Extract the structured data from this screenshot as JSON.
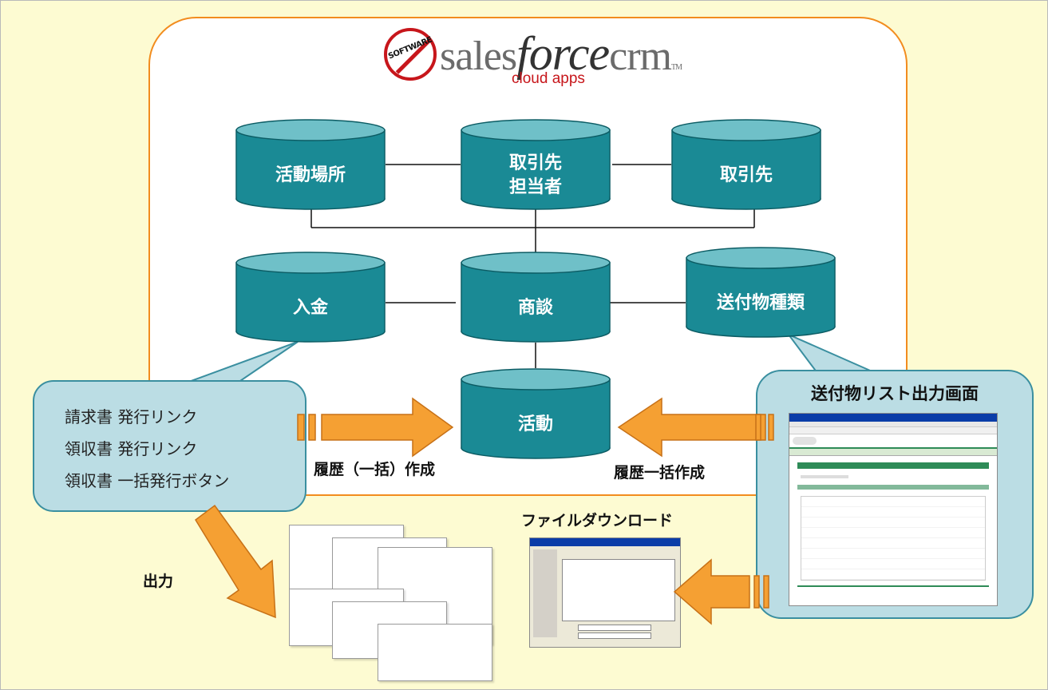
{
  "logo": {
    "badge_text": "SOFTWARE",
    "wordmark_pre": "sales",
    "wordmark_force": "force",
    "wordmark_post": "crm",
    "trademark": "TM",
    "tagline": "cloud apps"
  },
  "nodes": {
    "activity_place": "活動場所",
    "contact": "取引先\n担当者",
    "account": "取引先",
    "payment": "入金",
    "opportunity": "商談",
    "shipment_type": "送付物種類",
    "activity": "活動"
  },
  "left_callout": {
    "items": [
      "請求書 発行リンク",
      "領収書 発行リンク",
      "領収書 一括発行ボタン"
    ]
  },
  "right_callout": {
    "title": "送付物リスト出力画面"
  },
  "edge_labels": {
    "history_batch_left": "履歴（一括）作成",
    "history_batch_right": "履歴一括作成",
    "output": "出力",
    "file_download": "ファイルダウンロード"
  },
  "colors": {
    "background": "#fdfbd2",
    "frame_border": "#f28c1e",
    "cylinder": "#1a8a95",
    "arrow": "#f5a033",
    "callout": "#bbdde4"
  }
}
